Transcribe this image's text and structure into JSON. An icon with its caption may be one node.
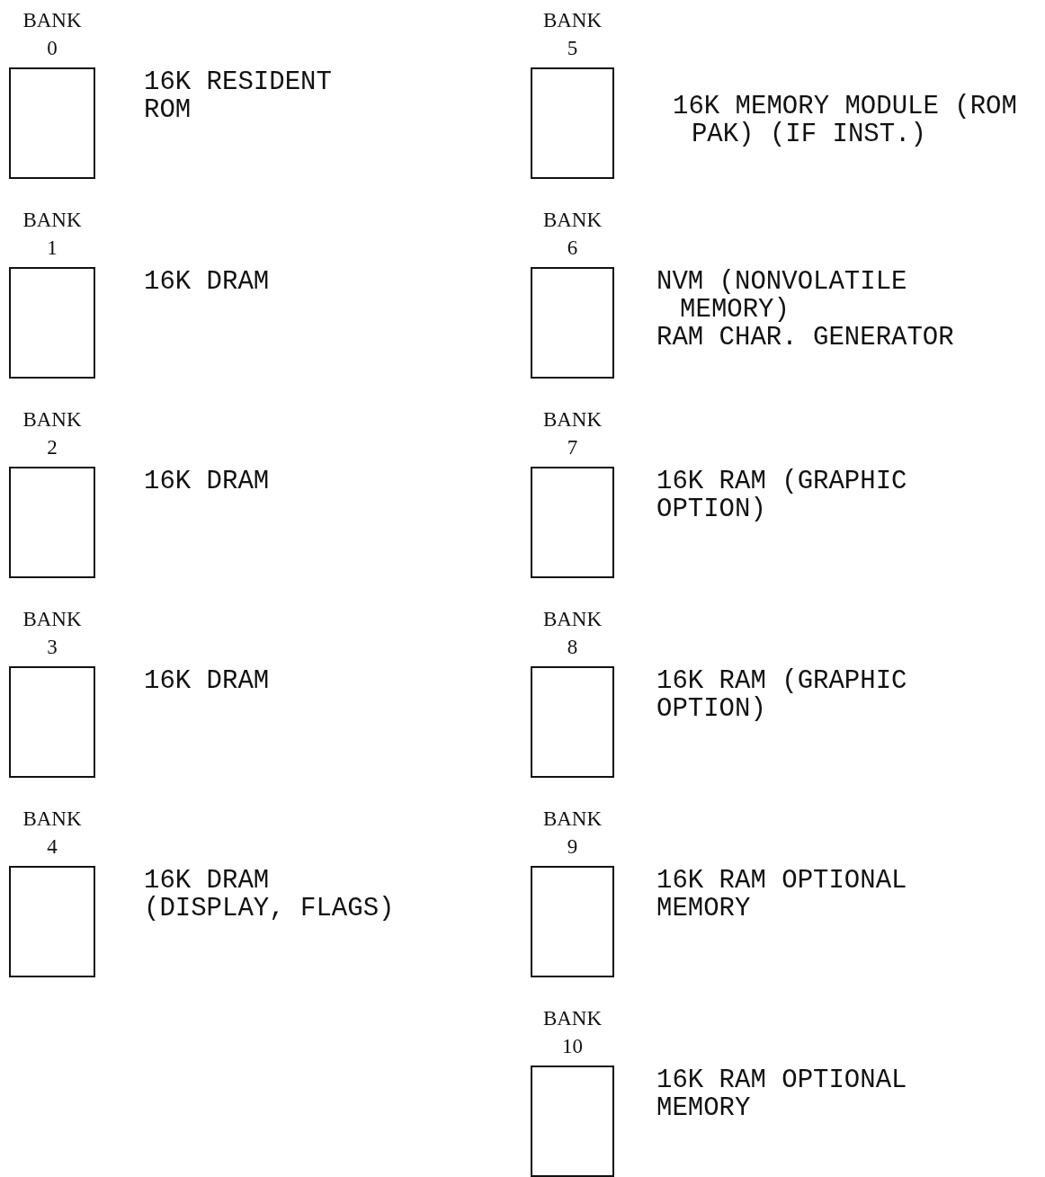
{
  "diagram": {
    "nodes": [
      {
        "text": [
          "BANK 0"
        ],
        "beside": [
          "16K RESIDENT ROM"
        ]
      },
      {
        "text": [
          "BANK 1"
        ],
        "beside": [
          "16K DRAM"
        ]
      },
      {
        "text": [
          "BANK 2"
        ],
        "beside": [
          "16K DRAM"
        ]
      },
      {
        "text": [
          "BANK 3"
        ],
        "beside": [
          "16K DRAM"
        ]
      },
      {
        "text": [
          "BANK 4"
        ],
        "beside": [
          "16K DRAM (DISPLAY, FLAGS)"
        ]
      },
      {
        "text": [
          "BANK 5"
        ],
        "beside": [
          "16K MEMORY MODULE (ROM PAK) (IF INST.)"
        ]
      },
      {
        "text": [
          "BANK 6"
        ],
        "beside": [
          "NVM (NONVOLATILE MEMORY)",
          "RAM CHAR. GENERATOR"
        ]
      },
      {
        "text": [
          "BANK 7"
        ],
        "beside": [
          "16K RAM (GRAPHIC OPTION)"
        ]
      },
      {
        "text": [
          "BANK 8"
        ],
        "beside": [
          "16K RAM (GRAPHIC OPTION)"
        ]
      },
      {
        "text": [
          "BANK 9"
        ],
        "beside": [
          "16K RAM OPTIONAL MEMORY"
        ]
      },
      {
        "text": [
          "BANK 10"
        ],
        "beside": [
          "16K RAM OPTIONAL MEMORY"
        ]
      }
    ]
  }
}
